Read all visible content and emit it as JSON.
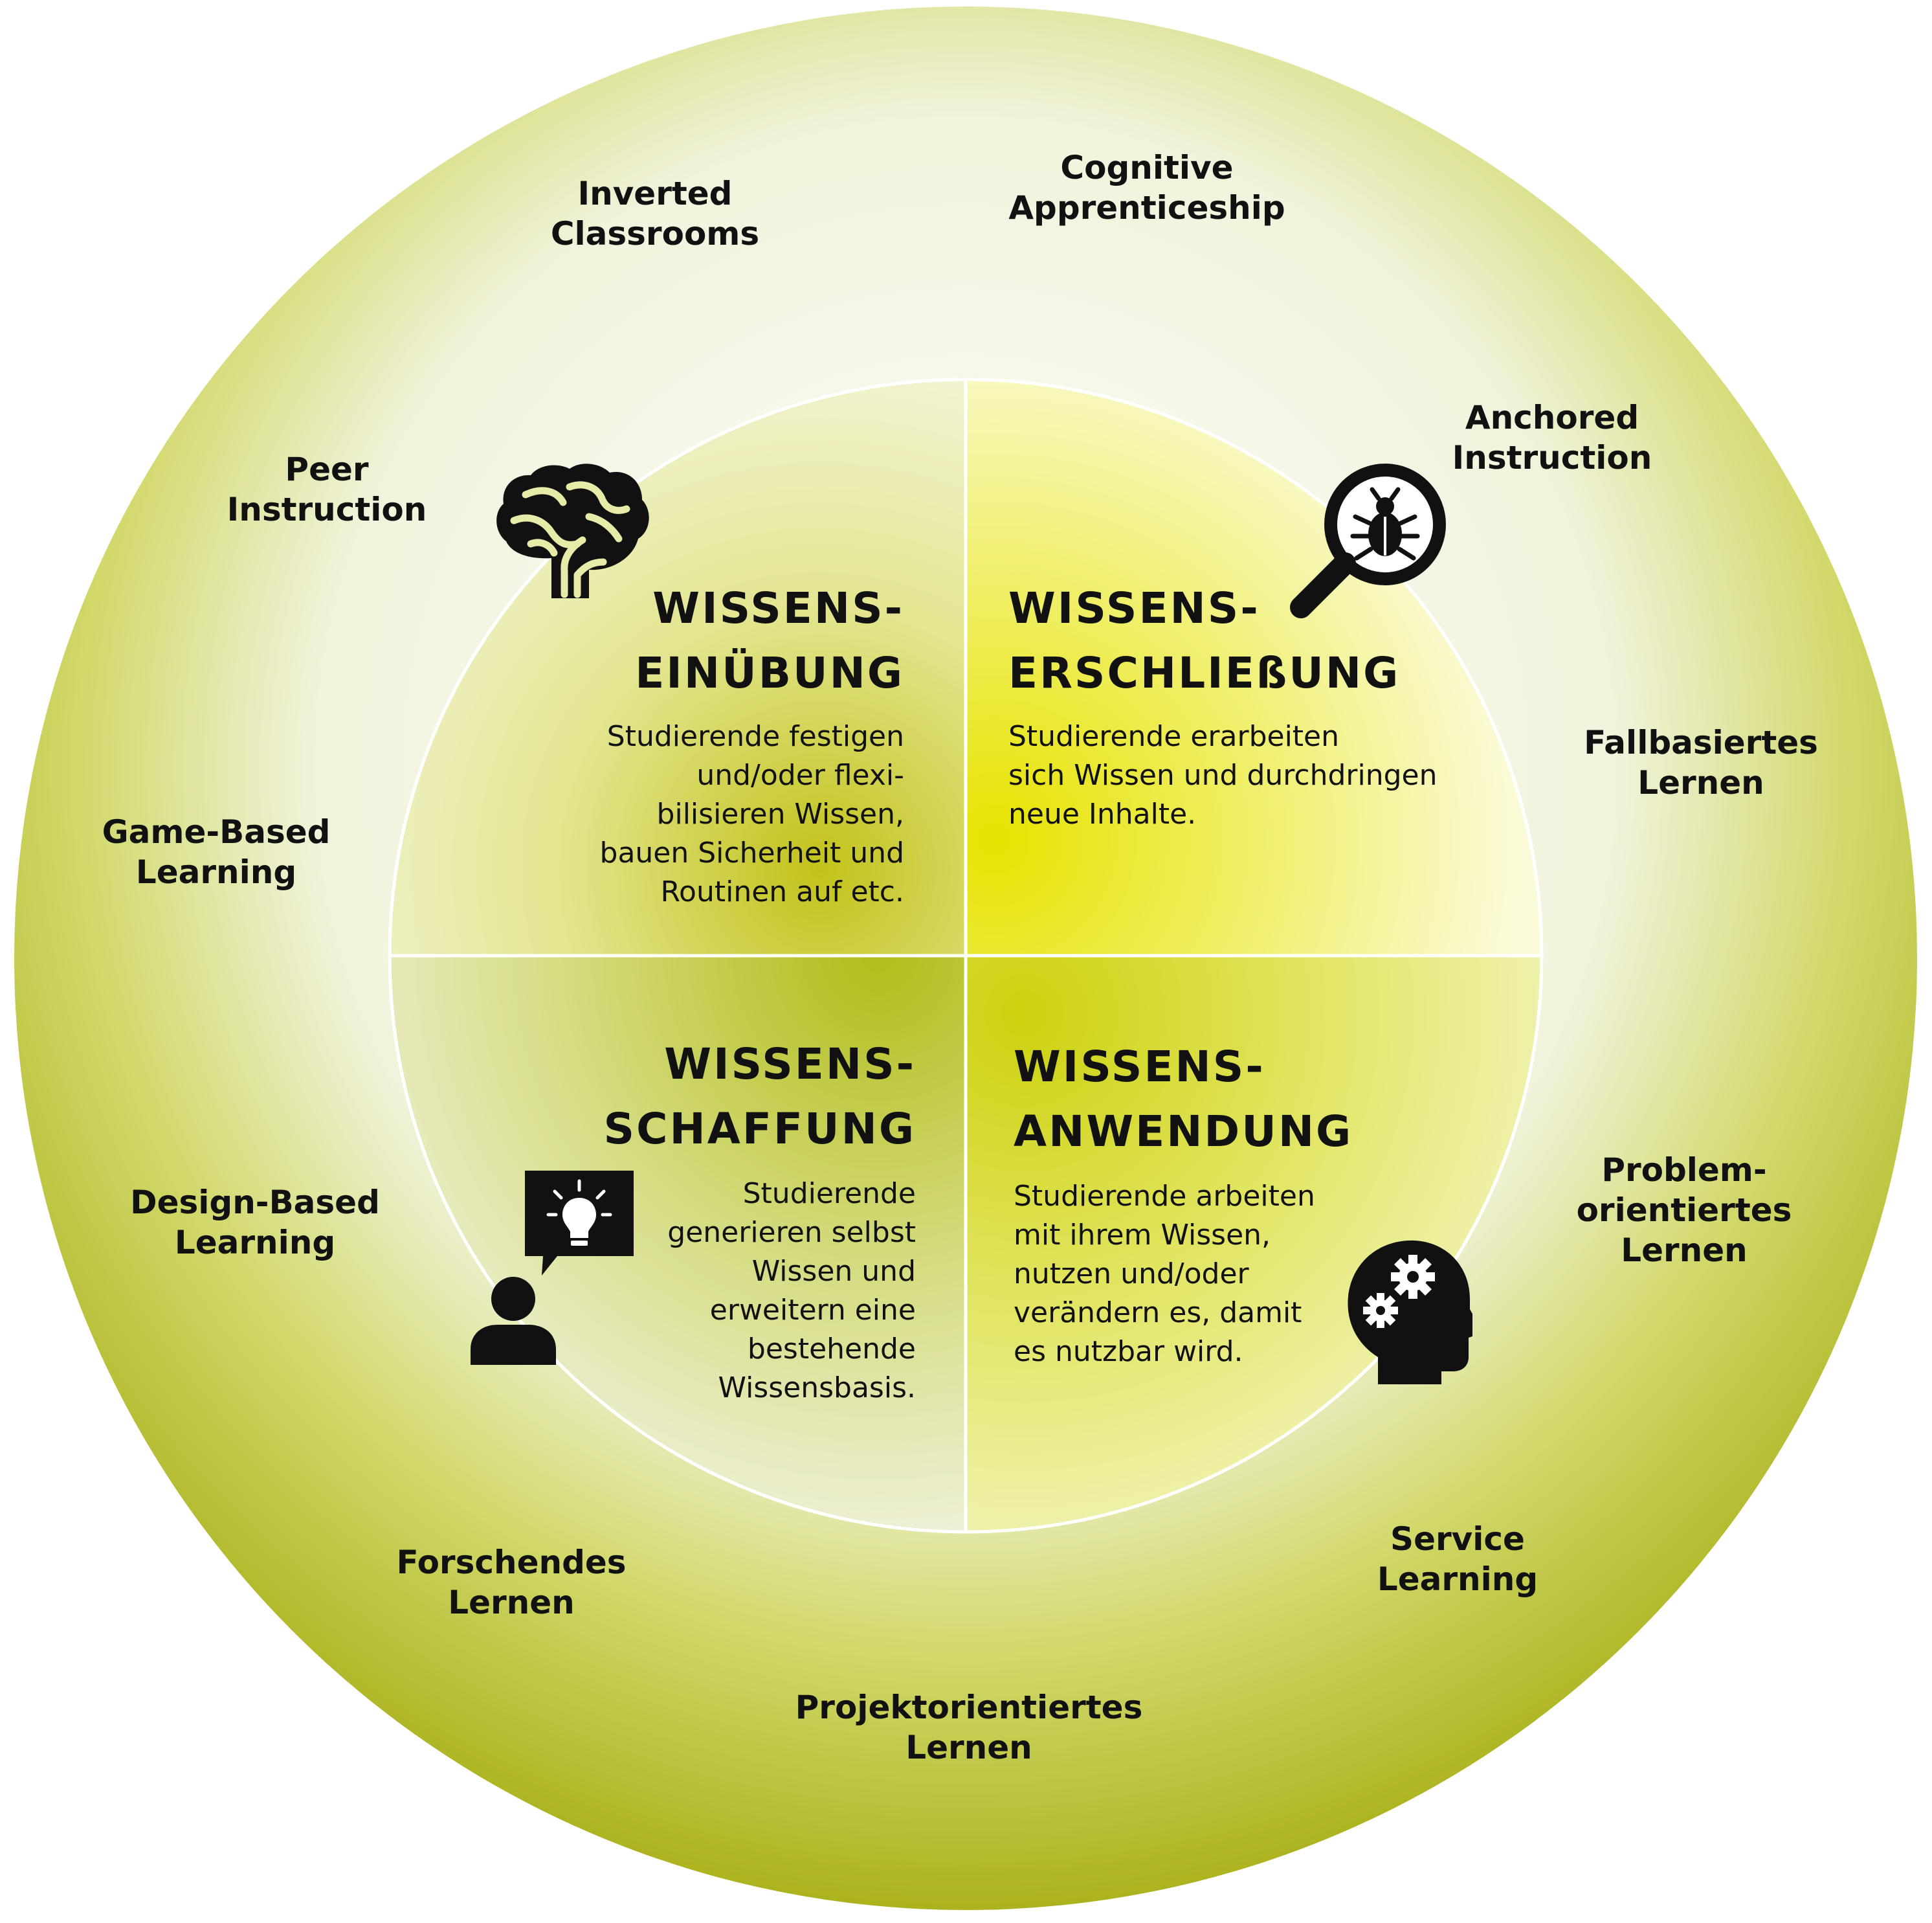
{
  "colors": {
    "outer_dark": "#a6ad12",
    "outer_light": "#f1f3dc",
    "inner_yellow": "#e8e400",
    "inner_green": "#b4bd17",
    "divider": "#ffffff",
    "text": "#111111"
  },
  "methods": {
    "cognitive": [
      "Cognitive",
      "Apprenticeship"
    ],
    "inverted": [
      "Inverted",
      "Classrooms"
    ],
    "anchored": [
      "Anchored",
      "Instruction"
    ],
    "peer": [
      "Peer",
      "Instruction"
    ],
    "fallbasiertes": [
      "Fallbasiertes",
      "Lernen"
    ],
    "game": [
      "Game-Based",
      "Learning"
    ],
    "problem": [
      "Problem-",
      "orientiertes",
      "Lernen"
    ],
    "design": [
      "Design-Based",
      "Learning"
    ],
    "service": [
      "Service",
      "Learning"
    ],
    "forschendes": [
      "Forschendes",
      "Lernen"
    ],
    "projekt": [
      "Projektorientiertes",
      "Lernen"
    ]
  },
  "quadrants": {
    "einuebung": {
      "title": [
        "WISSENS-",
        "EINÜBUNG"
      ],
      "text": [
        "Studierende festigen",
        "und/oder flexi-",
        "bilisieren Wissen,",
        "bauen Sicherheit und",
        "Routinen auf etc."
      ],
      "icon": "brain-icon"
    },
    "erschliessung": {
      "title": [
        "WISSENS-",
        "ERSCHLIEßUNG"
      ],
      "text": [
        "Studierende erarbeiten",
        "sich Wissen und durchdringen",
        "neue Inhalte."
      ],
      "icon": "magnifier-bug-icon"
    },
    "schaffung": {
      "title": [
        "WISSENS-",
        "SCHAFFUNG"
      ],
      "text": [
        "Studierende",
        "generieren selbst",
        "Wissen und",
        "erweitern eine",
        "bestehende",
        "Wissensbasis."
      ],
      "icon": "person-idea-icon"
    },
    "anwendung": {
      "title": [
        "WISSENS-",
        "ANWENDUNG"
      ],
      "text": [
        "Studierende arbeiten",
        "mit ihrem Wissen,",
        "nutzen und/oder",
        "verändern es, damit",
        "es nutzbar wird."
      ],
      "icon": "head-gears-icon"
    }
  }
}
